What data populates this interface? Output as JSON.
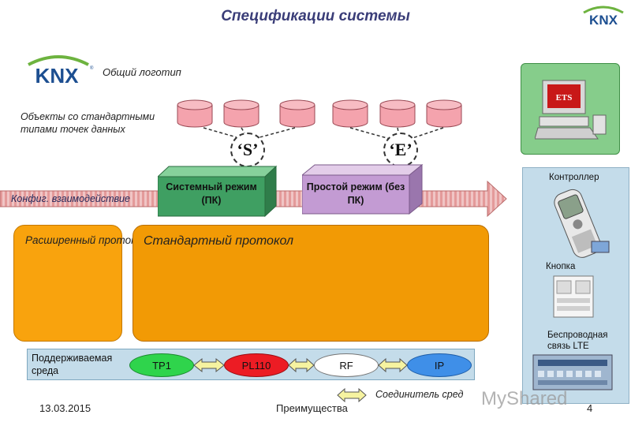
{
  "title": "Спецификации системы",
  "logo": {
    "text": "KNX",
    "label": "Общий логотип"
  },
  "objects_label": "Объекты со стандартными типами точек данных",
  "modes": {
    "s": "‘S’",
    "e": "‘E’"
  },
  "config_label": "Конфиг. взаимодействие",
  "system_mode": "Системный режим (ПК)",
  "easy_mode": "Простой режим (без ПК)",
  "extended_protocol": "Расширенный протокол",
  "standard_protocol": "Стандартный протокол",
  "medium": {
    "label": "Поддерживаемая среда",
    "items": [
      "TP1",
      "PL110",
      "RF",
      "IP"
    ]
  },
  "connector_label": "Соединитель сред",
  "right_panel": {
    "ets": "ETS",
    "controller": "Контроллер",
    "button": "Кнопка",
    "wireless": "Беспроводная связь LTE"
  },
  "footer": {
    "date": "13.03.2015",
    "center": "Преимущества",
    "page": "4"
  },
  "watermark": "MyShared",
  "colors": {
    "knx_green": "#6db33f",
    "knx_blue": "#1d4f91",
    "orange": "#f29a05",
    "pink": "#f4a3ad",
    "green_box": "#3f9f62",
    "purple_box": "#c39bd3",
    "medium_bg": "#c4dcea"
  }
}
